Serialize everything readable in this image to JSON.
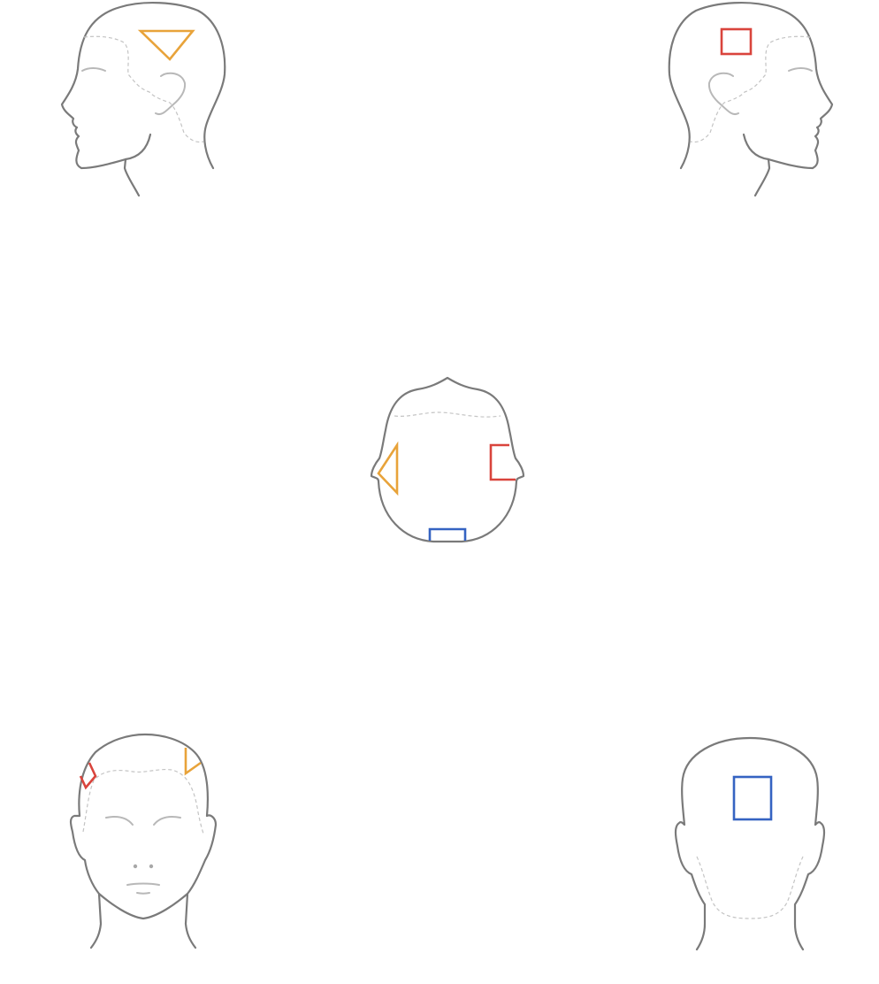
{
  "colors": {
    "outline": "#7a7a7a",
    "hairline": "#c4c4c4",
    "orange": "#e8a33a",
    "red": "#d9443c",
    "blue": "#3563c2",
    "background": "#ffffff"
  },
  "views": [
    {
      "id": "left-profile",
      "markers": [
        {
          "shape": "triangle",
          "color": "orange"
        }
      ]
    },
    {
      "id": "right-profile",
      "markers": [
        {
          "shape": "square",
          "color": "red"
        }
      ]
    },
    {
      "id": "top-view",
      "markers": [
        {
          "shape": "triangle",
          "color": "orange"
        },
        {
          "shape": "square",
          "color": "red"
        },
        {
          "shape": "rectangle",
          "color": "blue"
        }
      ]
    },
    {
      "id": "front-view",
      "markers": [
        {
          "shape": "square",
          "color": "red"
        },
        {
          "shape": "triangle",
          "color": "orange"
        }
      ]
    },
    {
      "id": "back-view",
      "markers": [
        {
          "shape": "square",
          "color": "blue"
        }
      ]
    }
  ]
}
